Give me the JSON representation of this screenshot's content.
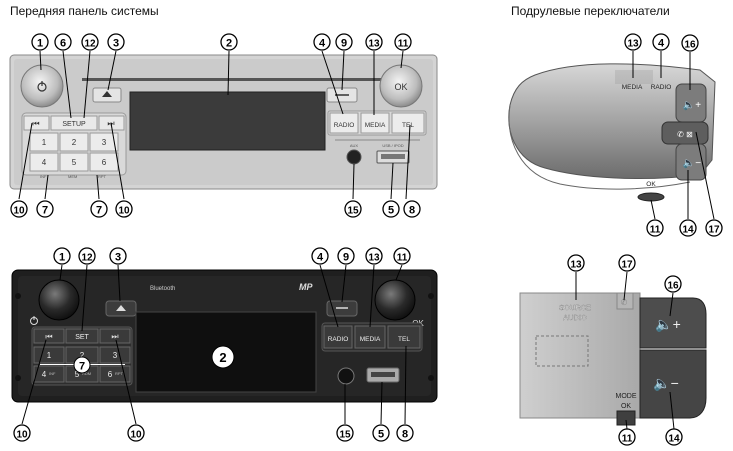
{
  "titles": {
    "front_panel": "Передняя панель системы",
    "steering_switches": "Подрулевые переключатели"
  },
  "radio1": {
    "buttons": {
      "setup": "SETUP",
      "radio": "RADIO",
      "media": "MEDIA",
      "tel": "TEL",
      "ok": "OK",
      "presets": [
        "1",
        "2",
        "3",
        "4",
        "5",
        "6"
      ],
      "aux": "AUX",
      "usb": "USB / IPOD",
      "mem": "MEM",
      "inf": "INF",
      "rpt": "RPT"
    },
    "callouts": {
      "top": [
        "1",
        "6",
        "12",
        "3",
        "2",
        "4",
        "9",
        "13",
        "11"
      ],
      "bottom": [
        "10",
        "7",
        "7",
        "10",
        "15",
        "5",
        "8"
      ]
    }
  },
  "radio2": {
    "brand": "Bluetooth",
    "mp": "MP",
    "buttons": {
      "set": "SET",
      "radio": "RADIO",
      "media": "MEDIA",
      "tel": "TEL",
      "ok": "OK",
      "presets": [
        "1",
        "2",
        "3",
        "4",
        "5",
        "6"
      ],
      "preset_sub": [
        "INF",
        "RDM",
        "RPT"
      ],
      "usb": "USB"
    },
    "screen_callout": "2",
    "preset_callout": "7",
    "callouts": {
      "top": [
        "1",
        "12",
        "3",
        "4",
        "9",
        "13",
        "11"
      ],
      "bottom": [
        "10",
        "10",
        "15",
        "5",
        "8"
      ]
    }
  },
  "stalk1": {
    "labels": {
      "media": "MEDIA",
      "radio": "RADIO",
      "ok": "OK"
    },
    "callouts": [
      "13",
      "4",
      "16",
      "11",
      "14",
      "17"
    ]
  },
  "stalk2": {
    "labels": {
      "source": "SOURCE",
      "audio": "AUDIO",
      "mode": "MODE",
      "ok": "OK"
    },
    "callouts": [
      "13",
      "17",
      "16",
      "11",
      "14"
    ]
  },
  "colors": {
    "callout_fill": "#ffffff",
    "callout_stroke": "#000000",
    "panel_dark": "#1e1e1e",
    "panel_grey": "#c9c9c9"
  }
}
